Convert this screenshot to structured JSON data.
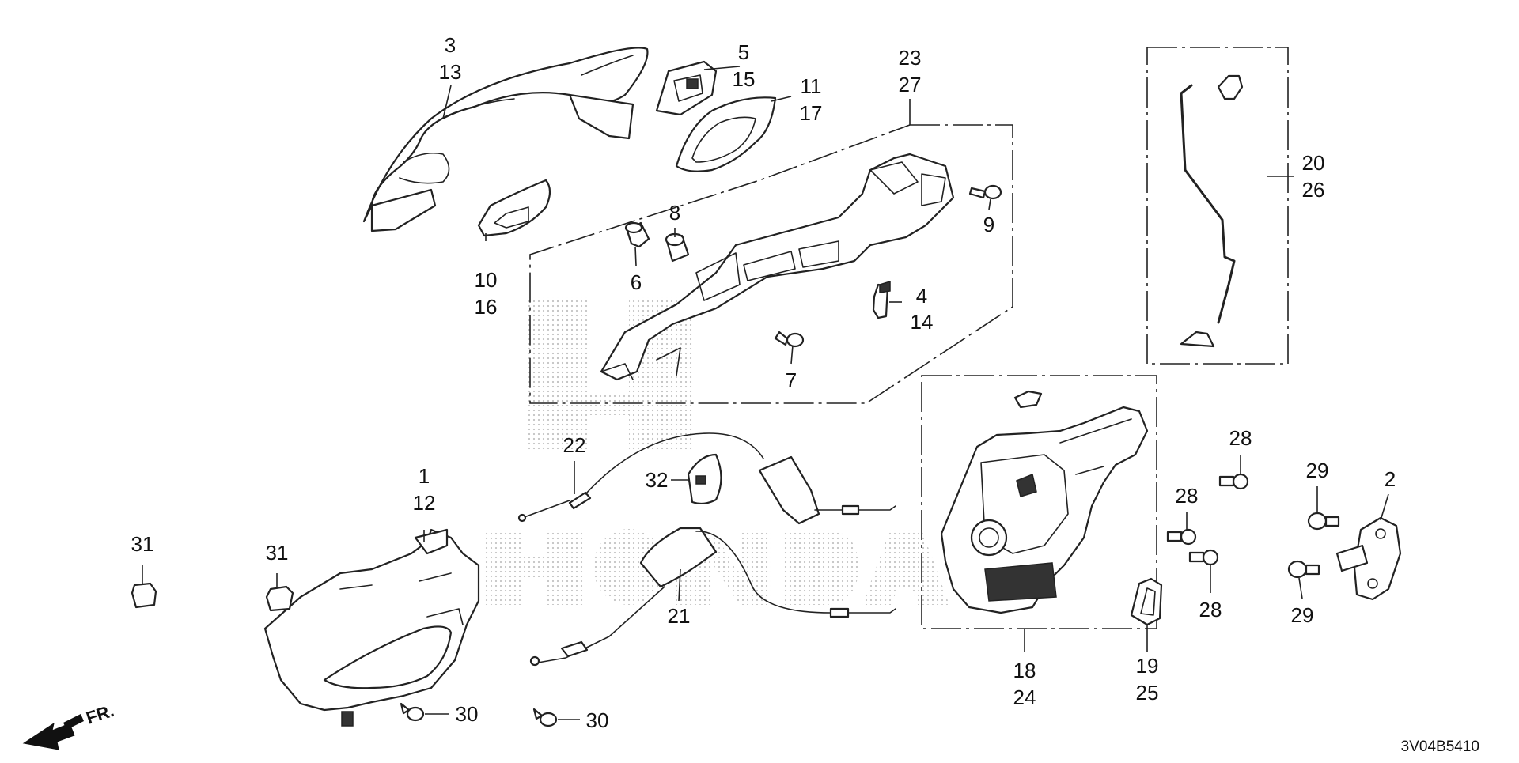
{
  "diagram": {
    "callouts": {
      "c1": "1",
      "c12": "12",
      "c2": "2",
      "c3": "3",
      "c13": "13",
      "c4": "4",
      "c14": "14",
      "c5": "5",
      "c15": "15",
      "c6": "6",
      "c7": "7",
      "c8": "8",
      "c9": "9",
      "c10": "10",
      "c16": "16",
      "c11": "11",
      "c17": "17",
      "c18": "18",
      "c24": "24",
      "c19": "19",
      "c25": "25",
      "c20": "20",
      "c26": "26",
      "c21": "21",
      "c22": "22",
      "c23": "23",
      "c27": "27",
      "c28a": "28",
      "c28b": "28",
      "c28c": "28",
      "c29a": "29",
      "c29b": "29",
      "c30a": "30",
      "c30b": "30",
      "c31a": "31",
      "c31b": "31",
      "c32": "32"
    },
    "front_arrow_label": "FR.",
    "diagram_code": "3V04B5410",
    "watermark_text": "HONDA",
    "icons": [
      "front-direction-arrow-icon"
    ]
  }
}
